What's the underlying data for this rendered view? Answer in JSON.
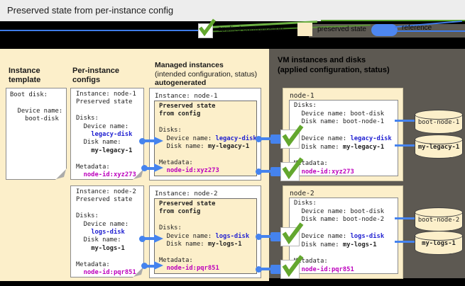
{
  "title": "Preserved state from per-instance config",
  "legend": {
    "items": [
      {
        "icon": "check-icon",
        "label": "applied configuration"
      },
      {
        "icon": "preserved-state-swatch",
        "label": "preserved state"
      },
      {
        "icon": "reference-arrow-icon",
        "label": "reference"
      }
    ]
  },
  "left_panel": {
    "col_template_header": "Instance\ntemplate",
    "col_configs_header": "Per-instance\nconfigs",
    "col_managed_header_line1": "Managed instances",
    "col_managed_header_line2": "(intended configuration, status)",
    "col_managed_header_line3": "autogenerated",
    "template_doc": [
      [
        {
          "t": "Boot disk:"
        }
      ],
      [],
      [
        {
          "t": "  Device name:"
        }
      ],
      [
        {
          "t": "    boot-disk"
        }
      ]
    ],
    "config_node1": [
      [
        {
          "t": "Instance: node-1"
        }
      ],
      [
        {
          "t": "Preserved state"
        }
      ],
      [],
      [
        {
          "t": "Disks:"
        }
      ],
      [
        {
          "t": "  Device name:"
        }
      ],
      [
        {
          "t": "    "
        },
        {
          "t": "legacy-disk",
          "s": "blue"
        }
      ],
      [
        {
          "t": "  Disk name:"
        }
      ],
      [
        {
          "t": "    "
        },
        {
          "t": "my-legacy-1",
          "s": "bold"
        }
      ],
      [],
      [
        {
          "t": "Metadata:"
        }
      ],
      [
        {
          "t": "  "
        },
        {
          "t": "node-id:xyz273",
          "s": "magenta"
        }
      ]
    ],
    "config_node2": [
      [
        {
          "t": "Instance: node-2"
        }
      ],
      [
        {
          "t": "Preserved state"
        }
      ],
      [],
      [
        {
          "t": "Disks:"
        }
      ],
      [
        {
          "t": "  Device name:"
        }
      ],
      [
        {
          "t": "    "
        },
        {
          "t": "logs-disk",
          "s": "blue"
        }
      ],
      [
        {
          "t": "  Disk name:"
        }
      ],
      [
        {
          "t": "    "
        },
        {
          "t": "my-logs-1",
          "s": "bold"
        }
      ],
      [],
      [
        {
          "t": "Metadata:"
        }
      ],
      [
        {
          "t": "  "
        },
        {
          "t": "node-id:pqr851",
          "s": "magenta"
        }
      ]
    ],
    "managed_node1_title": "Instance: node-1",
    "managed_node1": [
      [
        {
          "t": "Preserved state",
          "s": "bold"
        }
      ],
      [
        {
          "t": "from config",
          "s": "bold"
        }
      ],
      [],
      [
        {
          "t": "Disks:"
        }
      ],
      [
        {
          "t": "  Device name: "
        },
        {
          "t": "legacy-disk",
          "s": "blue"
        }
      ],
      [
        {
          "t": "  Disk name: "
        },
        {
          "t": "my-legacy-1",
          "s": "bold"
        }
      ],
      [],
      [
        {
          "t": "Metadata:"
        }
      ],
      [
        {
          "t": "  "
        },
        {
          "t": "node-id:xyz273",
          "s": "magenta"
        }
      ]
    ],
    "managed_node2_title": "Instance: node-2",
    "managed_node2": [
      [
        {
          "t": "Preserved state",
          "s": "bold"
        }
      ],
      [
        {
          "t": "from config",
          "s": "bold"
        }
      ],
      [],
      [
        {
          "t": "Disks:"
        }
      ],
      [
        {
          "t": "  Device name: "
        },
        {
          "t": "logs-disk",
          "s": "blue"
        }
      ],
      [
        {
          "t": "  Disk name: "
        },
        {
          "t": "my-logs-1",
          "s": "bold"
        }
      ],
      [],
      [
        {
          "t": "Metadata:"
        }
      ],
      [
        {
          "t": "  "
        },
        {
          "t": "node-id:pqr851",
          "s": "magenta"
        }
      ]
    ]
  },
  "right_panel": {
    "header_line1": "VM instances and disks",
    "header_line2": "(applied configuration, status)",
    "vm_node1_title": "node-1",
    "vm_node1": [
      [
        {
          "t": "Disks:"
        }
      ],
      [
        {
          "t": "  Device name: boot-disk"
        }
      ],
      [
        {
          "t": "  Disk name: boot-node-1"
        }
      ],
      [],
      [
        {
          "t": "  Device name: "
        },
        {
          "t": "legacy-disk",
          "s": "blue"
        }
      ],
      [
        {
          "t": "  Disk name: "
        },
        {
          "t": "my-legacy-1",
          "s": "bold"
        }
      ],
      [],
      [
        {
          "t": "Metadata:"
        }
      ],
      [
        {
          "t": "  "
        },
        {
          "t": "node-id:xyz273",
          "s": "magenta"
        }
      ]
    ],
    "vm_node2_title": "node-2",
    "vm_node2": [
      [
        {
          "t": "Disks:"
        }
      ],
      [
        {
          "t": "  Device name: boot-disk"
        }
      ],
      [
        {
          "t": "  Disk name: boot-node-2"
        }
      ],
      [],
      [
        {
          "t": "  Device name: "
        },
        {
          "t": "logs-disk",
          "s": "blue"
        }
      ],
      [
        {
          "t": "  Disk name: "
        },
        {
          "t": "my-logs-1",
          "s": "bold"
        }
      ],
      [],
      [
        {
          "t": "Metadata:"
        }
      ],
      [
        {
          "t": "  "
        },
        {
          "t": "node-id:pqr851",
          "s": "magenta"
        }
      ]
    ],
    "disks": {
      "d1": "boot-node-1",
      "d2": "my-legacy-1",
      "d3": "boot-node-2",
      "d4": "my-logs-1"
    }
  },
  "colors": {
    "beige": "#fcefca",
    "dark_panel": "#5d5952",
    "code_blue": "#1f1fd1",
    "code_magenta": "#bd00bd",
    "arrow_blue": "#4583ee",
    "check_green": "#63a72e",
    "titlebar_bg": "#ededed"
  }
}
